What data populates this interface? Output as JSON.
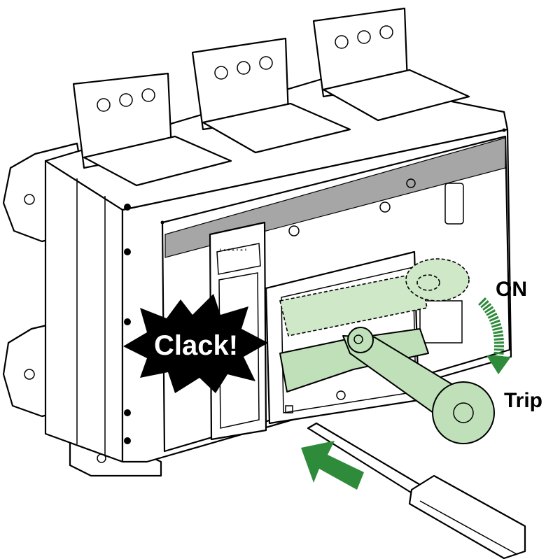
{
  "labels": {
    "on": "ON",
    "trip": "Trip",
    "sound": "Clack!"
  },
  "colors": {
    "handle_green": "#bfe0b9",
    "arrow_green": "#2e8b3a",
    "band_grey": "#a6a6a6",
    "burst_black": "#000000"
  },
  "icons": {
    "direction_arrow": "curved-arrow-down-icon",
    "push_arrow": "arrow-up-left-icon"
  }
}
